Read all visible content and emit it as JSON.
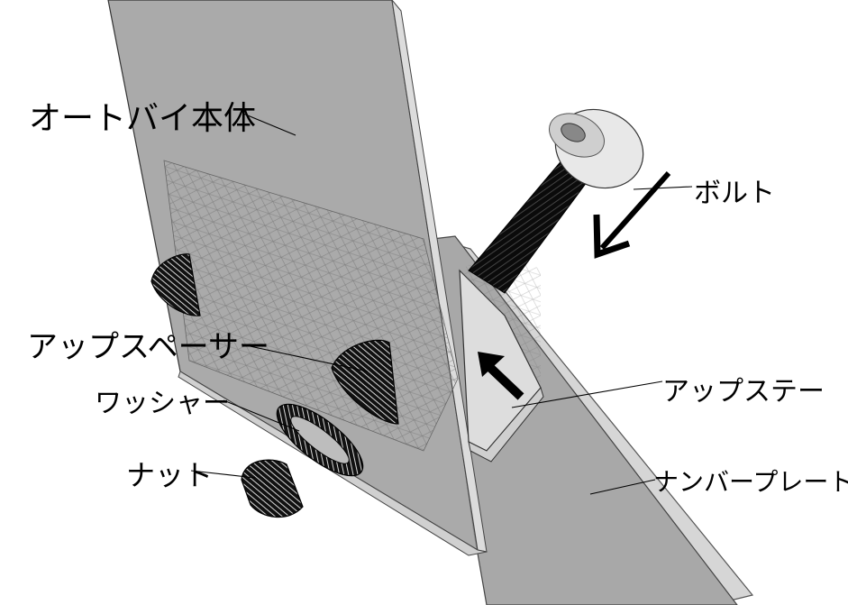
{
  "labels": {
    "motorcycle_body": "オートバイ本体",
    "bolt": "ボルト",
    "up_spacer": "アップスペーサー",
    "up_stay": "アップステー",
    "washer": "ワッシャー",
    "nut": "ナット",
    "number_plate": "ナンバープレート"
  },
  "colors": {
    "plate_fill": "#9a9a9a",
    "plate_edge": "#d8d8d8",
    "hardware": "#111111",
    "arrow": "#000000",
    "leader": "#000000"
  }
}
